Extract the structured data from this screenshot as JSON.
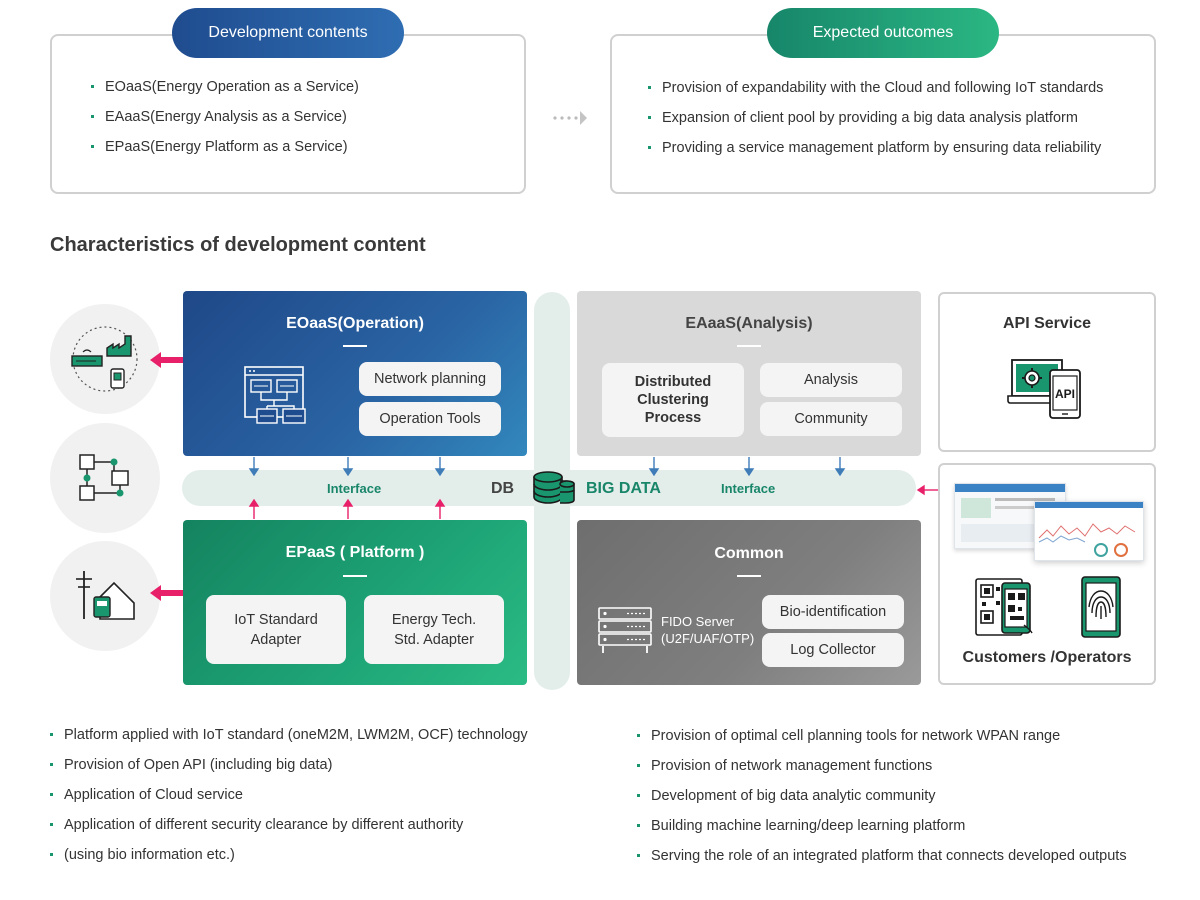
{
  "development": {
    "pill": "Development contents",
    "items": [
      "EOaaS(Energy Operation as a Service)",
      "EAaaS(Energy Analysis as a Service)",
      "EPaaS(Energy Platform as a Service)"
    ]
  },
  "outcomes": {
    "pill": "Expected outcomes",
    "items": [
      "Provision of expandability with the Cloud and following IoT standards",
      "Expansion of client pool by providing a big data analysis platform",
      "Providing a service management platform by ensuring data reliability"
    ]
  },
  "section_title": "Characteristics of development content",
  "eoaas": {
    "title": "EOaaS(Operation)",
    "chips": [
      "Network planning",
      "Operation Tools"
    ]
  },
  "eaaas": {
    "title": "EAaaS(Analysis)",
    "process": "Distributed Clustering Process",
    "chips": [
      "Analysis",
      "Community"
    ]
  },
  "epaas": {
    "title": "EPaaS ( Platform )",
    "chips": [
      "IoT Standard Adapter",
      "Energy Tech. Std. Adapter"
    ]
  },
  "common": {
    "title": "Common",
    "fido_line1": "FIDO Server",
    "fido_line2": "(U2F/UAF/OTP)",
    "chips": [
      "Bio-identification",
      "Log Collector"
    ]
  },
  "bar": {
    "interface_left": "Interface",
    "db": "DB",
    "big_data": "BIG DATA",
    "interface_right": "Interface"
  },
  "api_service": {
    "title": "API Service",
    "api_label": "API"
  },
  "customers": {
    "title": "Customers /Operators"
  },
  "bottom_left": [
    "Platform applied with IoT standard (oneM2M, LWM2M, OCF) technology",
    "Provision of Open API (including big data)",
    "Application of Cloud service",
    "Application of different security clearance by different authority",
    "(using bio information etc.)"
  ],
  "bottom_right": [
    "Provision of optimal cell planning tools for network WPAN range",
    "Provision of network management functions",
    "Development of big data analytic community",
    "Building machine learning/deep learning platform",
    "Serving the role of an integrated platform that connects developed outputs"
  ],
  "colors": {
    "blue": "#1f4c8f",
    "green": "#19966e",
    "pink": "#e8206a",
    "gray_panel": "#d9d9d9",
    "dark_panel": "#7a7a7a"
  }
}
